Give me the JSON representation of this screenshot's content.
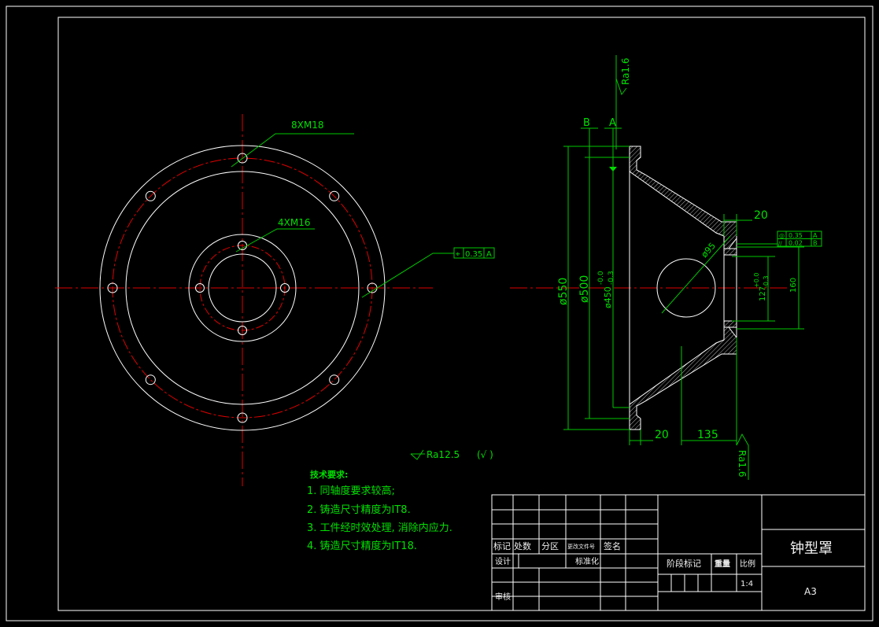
{
  "colors": {
    "background": "#000000",
    "outline": "#ffffff",
    "centerline": "#e00000",
    "dimension": "#00e000"
  },
  "front_view": {
    "outer_holes_callout": "8XM18",
    "inner_holes_callout": "4XM16",
    "position_tol_symbol": "⌖",
    "position_tol_value": "0.35",
    "position_tol_datum": "A"
  },
  "section_view": {
    "datum_b": "B",
    "datum_a": "A",
    "roughness_top": "Ra1.6",
    "roughness_bottom": "Ra1.6",
    "dia_550": "ø550",
    "dia_500": "ø500",
    "dia_450": "ø450",
    "dia_450_tol_upper": "-0.0",
    "dia_450_tol_lower": "-0.3",
    "dia_95": "ø95",
    "dim_127": "127",
    "dim_127_tol_upper": "+0.0",
    "dim_127_tol_lower": "-0.3",
    "dim_160": "160",
    "dim_top_20": "20",
    "dim_bottom_20": "20",
    "dim_135": "135",
    "tol_row1_symbol": "◎",
    "tol_row1_value": "0.35",
    "tol_row1_datum": "A",
    "tol_row2_symbol": "//",
    "tol_row2_value": "0.02",
    "tol_row2_datum": "B"
  },
  "general_roughness": {
    "label": "Ra12.5",
    "suffix": "(√ )"
  },
  "notes": {
    "title": "技术要求:",
    "items": [
      "1. 同轴度要求较高;",
      "2. 铸造尺寸精度为IT8.",
      "3. 工件经时效处理, 消除内应力.",
      "4. 铸造尺寸精度为IT18."
    ]
  },
  "title_block": {
    "mark": "标记",
    "count": "处数",
    "zone": "分区",
    "change_doc": "更改文件号",
    "signature": "签名",
    "design": "设计",
    "standardization": "标准化",
    "review": "审核",
    "stage_mark": "阶段标记",
    "weight": "重量",
    "scale_label": "比例",
    "scale_value": "1:4",
    "part_name": "钟型罩",
    "sheet_size": "A3"
  }
}
